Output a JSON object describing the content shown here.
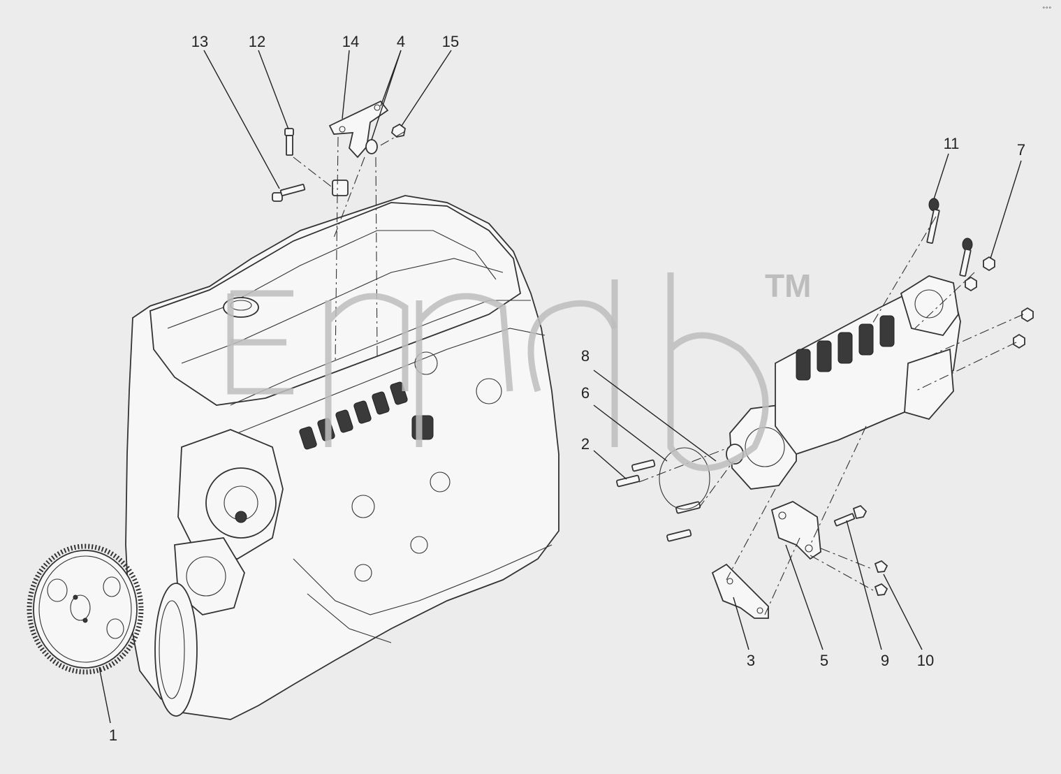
{
  "diagram": {
    "callouts": [
      {
        "id": "c13",
        "label": "13"
      },
      {
        "id": "c12",
        "label": "12"
      },
      {
        "id": "c14",
        "label": "14"
      },
      {
        "id": "c4",
        "label": "4"
      },
      {
        "id": "c15",
        "label": "15"
      },
      {
        "id": "c11",
        "label": "11"
      },
      {
        "id": "c7",
        "label": "7"
      },
      {
        "id": "c8",
        "label": "8"
      },
      {
        "id": "c6",
        "label": "6"
      },
      {
        "id": "c2",
        "label": "2"
      },
      {
        "id": "c3",
        "label": "3"
      },
      {
        "id": "c5",
        "label": "5"
      },
      {
        "id": "c9",
        "label": "9"
      },
      {
        "id": "c10",
        "label": "10"
      },
      {
        "id": "c1",
        "label": "1"
      }
    ],
    "watermark_tm": "TM",
    "corner_mark": "°°°"
  },
  "colors": {
    "background": "#ececec",
    "line": "#222222",
    "watermark": "#bdbdbd"
  }
}
